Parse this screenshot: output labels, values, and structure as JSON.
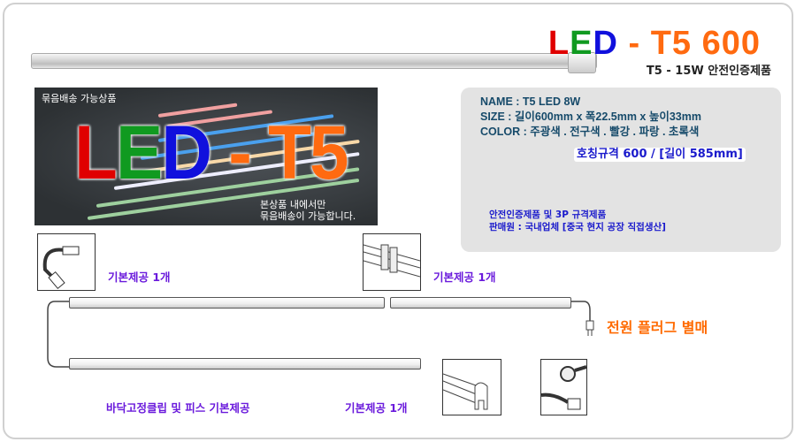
{
  "header": {
    "title_led": "LED",
    "title_rest": " - T5 600",
    "subtitle": "T5 - 15W 안전인증제품"
  },
  "photo": {
    "caption_top": "묶음배송 가능상품",
    "big_led": "LED",
    "big_rest": " - T5",
    "caption_bottom_1": "본상품 내에서만",
    "caption_bottom_2": "묶음배송이 가능합니다."
  },
  "specs": {
    "name": "NAME : T5 LED 8W",
    "size": "SIZE : 길이600mm x 폭22.5mm x 높이33mm",
    "color": "COLOR : 주광색 . 전구색 . 빨강 . 파랑 . 초록색",
    "standard": "호칭규격 600 / [길이 585mm]",
    "note_1": "안전인증제품 및 3P 규격제품",
    "note_2": "판매원 : 국내업체 [중국 현지 공장 직접생산]"
  },
  "diagram": {
    "label_connector": "기본제공 1개",
    "label_joiner": "기본제공 1개",
    "label_clip": "바닥고정클립 및 피스 기본제공",
    "label_endcap": "기본제공 1개",
    "label_plug": "전원 플러그 별매"
  },
  "colors": {
    "red": "#e00000",
    "green": "#109a20",
    "blue": "#1010dd",
    "orange": "#ff6a10"
  }
}
